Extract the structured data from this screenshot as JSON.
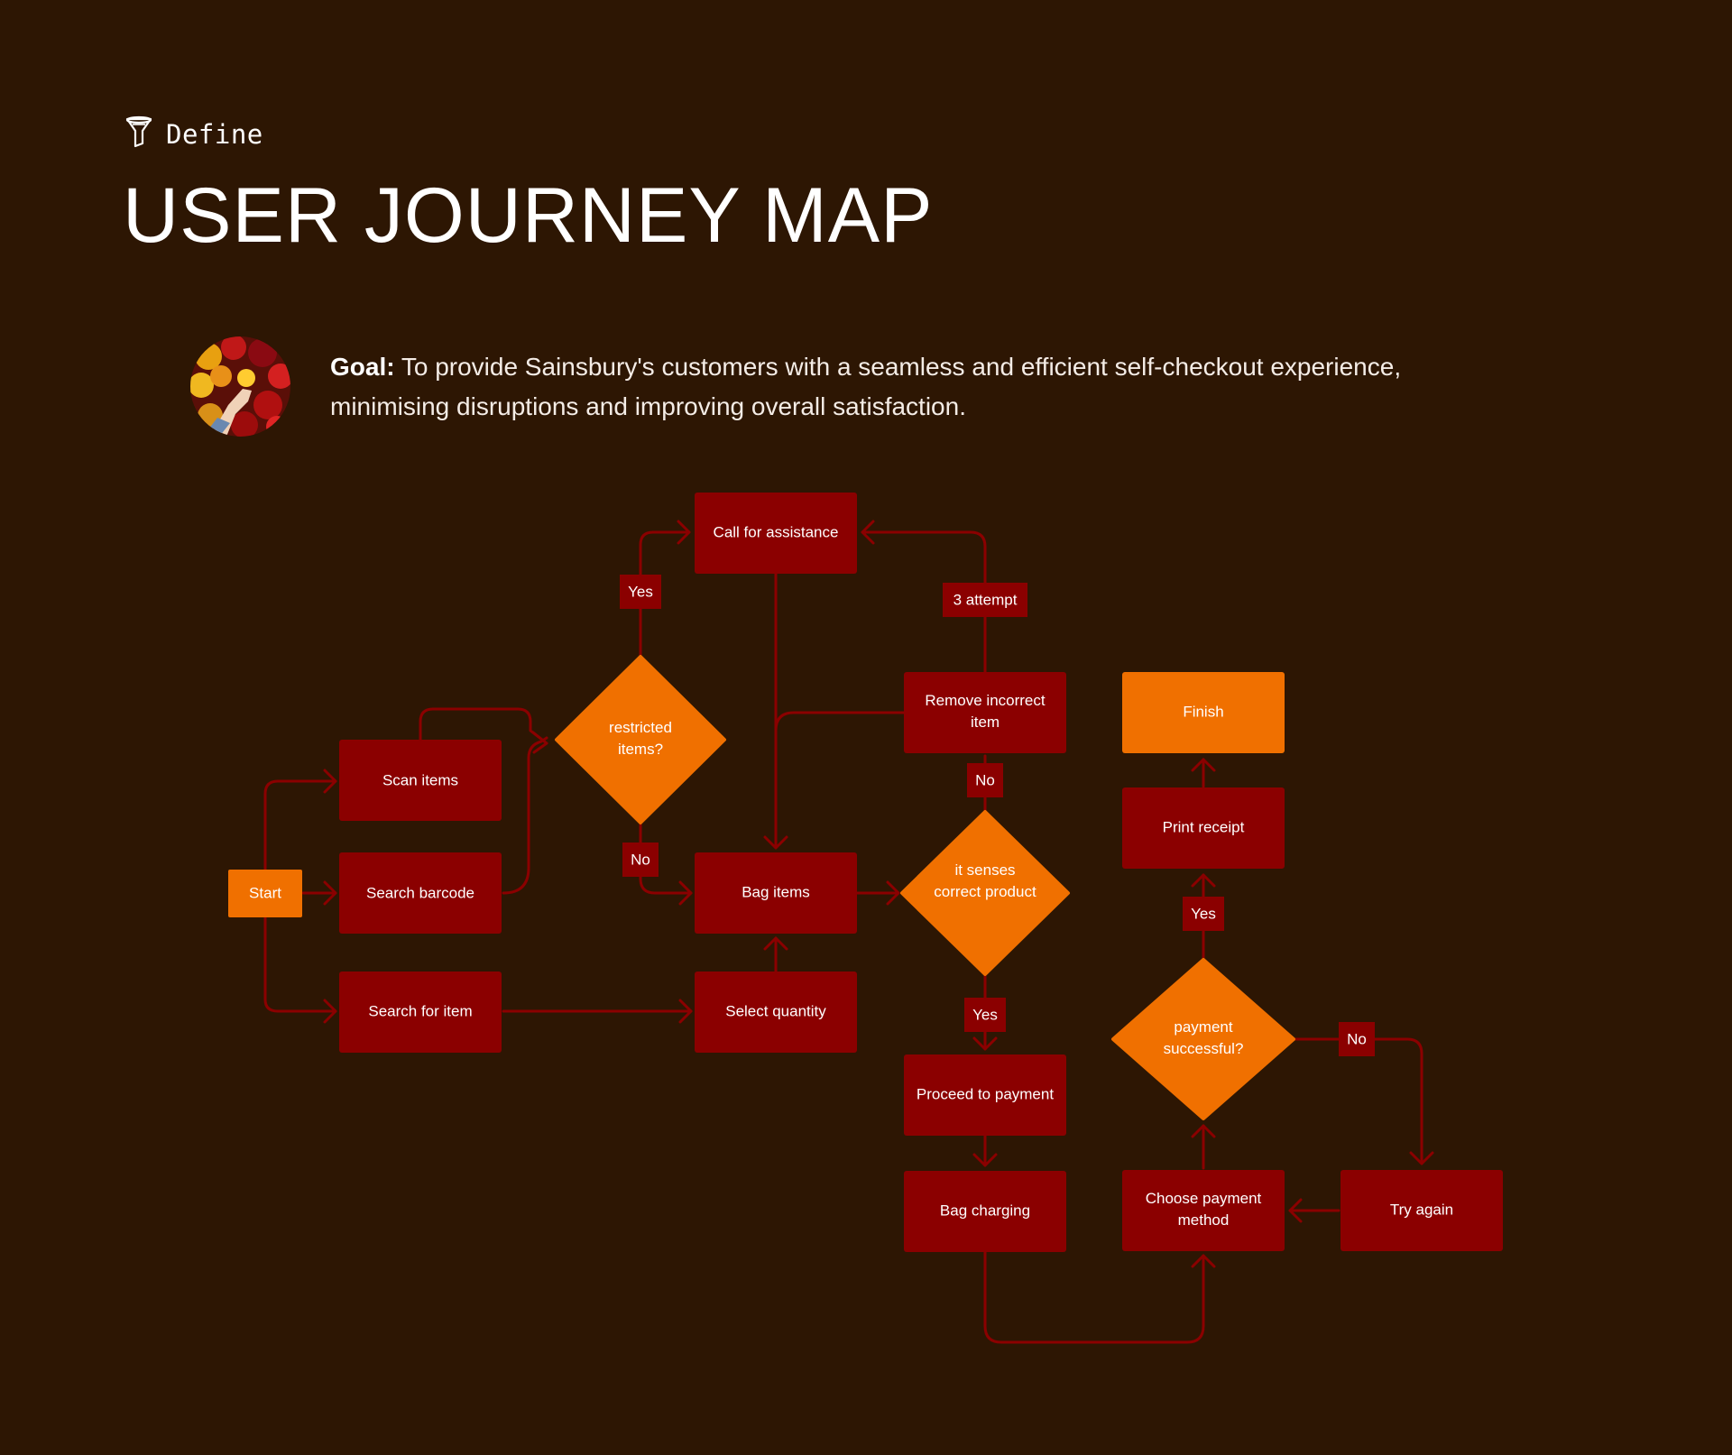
{
  "header": {
    "section_icon": "funnel-icon",
    "section_label": "Define",
    "title": "USER JOURNEY MAP"
  },
  "goal": {
    "avatar": "fruit-and-hand-photo",
    "label": "Goal:",
    "text": "To provide Sainsbury's customers with a seamless and efficient self-checkout experience, minimising disruptions and improving overall satisfaction."
  },
  "colors": {
    "background": "#2d1603",
    "process": "#8b0000",
    "decision": "#f07000",
    "connector": "#8b0000"
  },
  "flow": {
    "nodes": {
      "start": {
        "label": "Start",
        "kind": "terminal"
      },
      "scan": {
        "label": "Scan items",
        "kind": "process"
      },
      "barcode": {
        "label": "Search barcode",
        "kind": "process"
      },
      "search_item": {
        "label": "Search for item",
        "kind": "process"
      },
      "restricted": {
        "label": "restricted items?",
        "kind": "decision"
      },
      "assist": {
        "label": "Call for assistance",
        "kind": "process"
      },
      "bag": {
        "label": "Bag items",
        "kind": "process"
      },
      "quantity": {
        "label": "Select quantity",
        "kind": "process"
      },
      "remove": {
        "label": "Remove incorrect item",
        "kind": "process"
      },
      "senses": {
        "label": "it senses correct product",
        "kind": "decision"
      },
      "proceed": {
        "label": "Proceed to payment",
        "kind": "process"
      },
      "bag_charge": {
        "label": "Bag charging",
        "kind": "process"
      },
      "choose_pay": {
        "label": "Choose payment method",
        "kind": "process"
      },
      "payment_ok": {
        "label": "payment successful?",
        "kind": "decision"
      },
      "try_again": {
        "label": "Try again",
        "kind": "process"
      },
      "receipt": {
        "label": "Print receipt",
        "kind": "process"
      },
      "finish": {
        "label": "Finish",
        "kind": "terminal"
      }
    },
    "edge_labels": {
      "restricted_yes": "Yes",
      "restricted_no": "No",
      "attempts": "3 attempt",
      "senses_no": "No",
      "senses_yes": "Yes",
      "payment_yes": "Yes",
      "payment_no": "No"
    }
  }
}
